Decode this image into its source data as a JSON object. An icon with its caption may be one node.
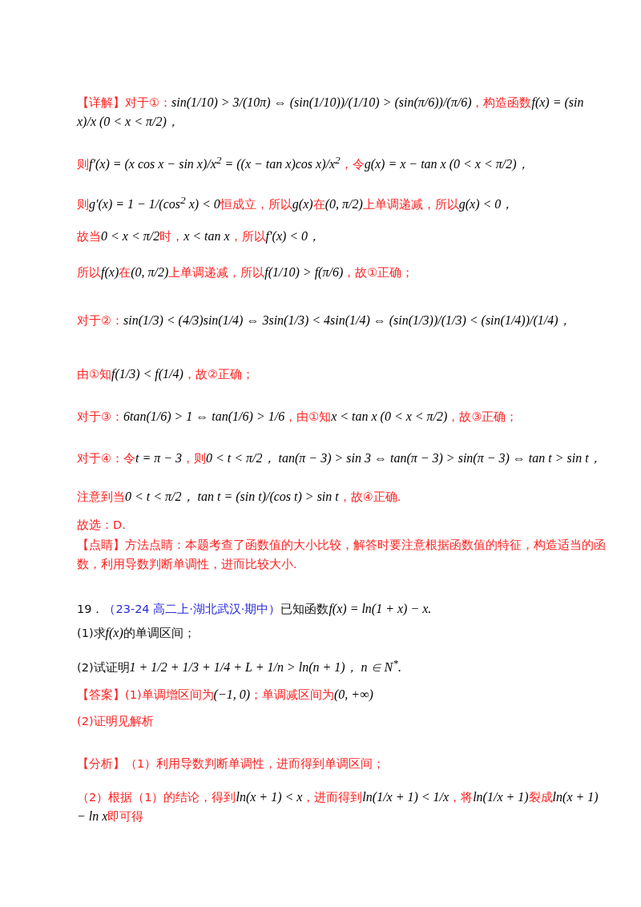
{
  "diagram": {
    "labels": [
      "【详解】对于①：",
      "sin(1/10) > 3/(10π) ⇔ (sin(1/10))/(1/10) > (sin(π/6))/(π/6)",
      "，构造函数",
      "f(x) = (sin x)/x (0 < x < π/2)，",
      "则",
      "f′(x) = (x cos x − sin x)/x$^{2}$ = ((x − tan x)cos x)/x$^{2}$",
      "，令",
      "g(x) = x − tan x (0 < x < π/2)，",
      "则",
      "g′(x) = 1 − 1/(cos$^{2}$ x) < 0",
      "恒成立，所以",
      "g(x)",
      "在",
      "(0, π/2)",
      "上单调递减，所以",
      "g(x) < 0，",
      "故当",
      "0 < x < π/2",
      "时，",
      "x < tan x",
      "，所以",
      "f′(x) < 0，",
      "所以",
      "f(x)",
      "在",
      "(0, π/2)",
      "上单调递减，所以",
      "f(1/10) > f(π/6)",
      "，故①正确；",
      "对于②：",
      "sin(1/3) < (4/3)sin(1/4) ⇔ 3sin(1/3) < 4sin(1/4) ⇔ (sin(1/3))/(1/3) < (sin(1/4))/(1/4)，",
      "由①知",
      "f(1/3) < f(1/4)",
      "，故②正确；",
      "对于③：",
      "6tan(1/6) > 1 ⇔ tan(1/6) > 1/6",
      "，由①知",
      "x < tan x (0 < x < π/2)",
      "，故③正确；",
      "对于④：令",
      "t = π − 3",
      "，则",
      "0 < t < π/2， tan(π − 3) > sin 3 ⇔ tan(π − 3) > sin(π − 3) ⇔ tan t > sin t，",
      "注意到当",
      "0 < t < π/2， tan t = (sin t)/(cos t) > sin t",
      "，故④正确.",
      "故选：D.",
      "【点睛】方法点睛：本题考查了函数值的大小比较，解答时要注意根据函数值的特征，构造适当的函数，利用导数判断单调性，进而比较大小.",
      "19．",
      "（23-24 高二上·湖北武汉·期中）",
      "已知函数",
      "f(x) = ln(1 + x) − x.",
      "(1)求",
      "f(x)",
      "的单调区间；",
      "(2)试证明",
      "1 + 1/2 + 1/3 + 1/4 + L + 1/n > ln(n + 1)， n ∈ N$^{*}$.",
      "【答案】(1)单调增区间为",
      "(−1, 0)",
      "；单调减区间为",
      "(0, +∞)",
      "(2)证明见解析",
      "【分析】（1）利用导数判断单调性，进而得到单调区间；",
      "（2）根据（1）的结论，得到",
      "ln(x + 1) < x",
      "，进而得到",
      "ln(1/x + 1) < 1/x",
      "，将",
      "ln(1/x + 1)",
      "裂成",
      "ln(x + 1) − ln x",
      "即可得"
    ]
  }
}
